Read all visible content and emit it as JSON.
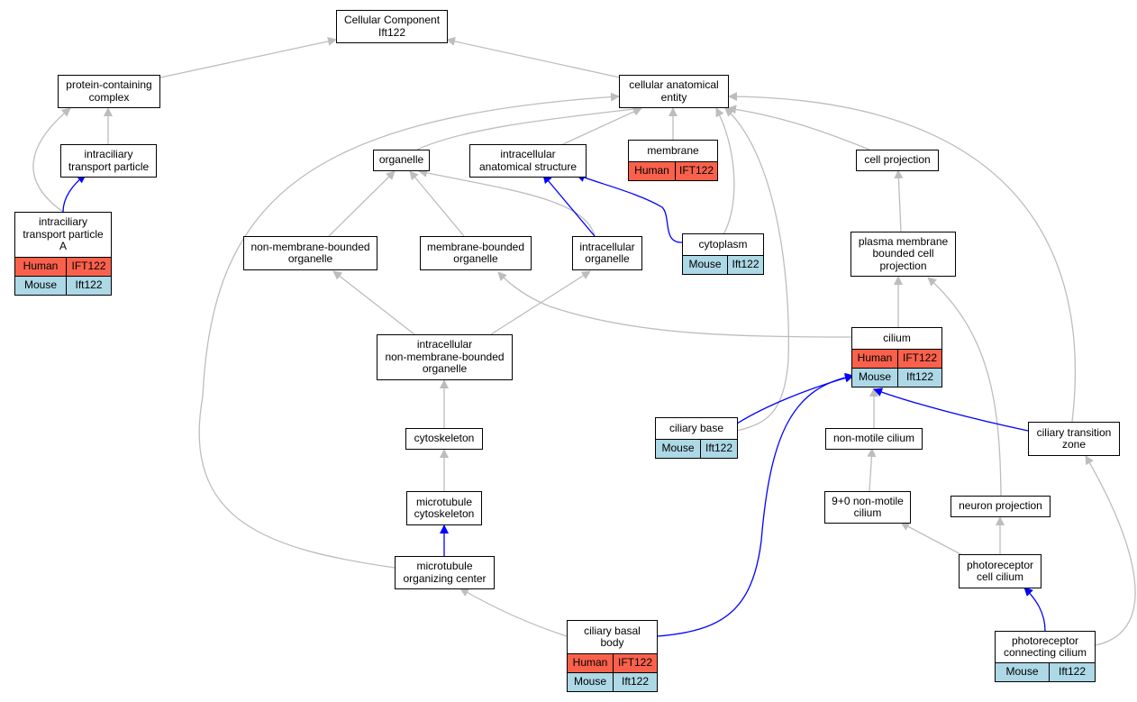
{
  "colors": {
    "human": "#f9614c",
    "mouse": "#add8e6",
    "edge_default": "#bdbdbd",
    "edge_highlight": "#0000ff"
  },
  "nodes": {
    "root": {
      "label": "Cellular Component\nIft122"
    },
    "protein_complex": {
      "label": "protein-containing\ncomplex"
    },
    "cae": {
      "label": "cellular anatomical\nentity"
    },
    "itp": {
      "label": "intraciliary\ntransport particle"
    },
    "itpa": {
      "label": "intraciliary\ntransport particle\nA",
      "human": {
        "species": "Human",
        "gene": "IFT122"
      },
      "mouse": {
        "species": "Mouse",
        "gene": "Ift122"
      }
    },
    "organelle": {
      "label": "organelle"
    },
    "ias": {
      "label": "intracellular\nanatomical structure"
    },
    "membrane": {
      "label": "membrane",
      "human": {
        "species": "Human",
        "gene": "IFT122"
      }
    },
    "cell_projection": {
      "label": "cell projection"
    },
    "nmbo": {
      "label": "non-membrane-bounded\norganelle"
    },
    "mbo": {
      "label": "membrane-bounded\norganelle"
    },
    "io": {
      "label": "intracellular\norganelle"
    },
    "cytoplasm": {
      "label": "cytoplasm",
      "mouse": {
        "species": "Mouse",
        "gene": "Ift122"
      }
    },
    "pmbcp": {
      "label": "plasma membrane\nbounded cell\nprojection"
    },
    "inmbo": {
      "label": "intracellular\nnon-membrane-bounded\norganelle"
    },
    "cilium": {
      "label": "cilium",
      "human": {
        "species": "Human",
        "gene": "IFT122"
      },
      "mouse": {
        "species": "Mouse",
        "gene": "Ift122"
      }
    },
    "ciliary_base": {
      "label": "ciliary base",
      "mouse": {
        "species": "Mouse",
        "gene": "Ift122"
      }
    },
    "cytoskeleton": {
      "label": "cytoskeleton"
    },
    "nmc": {
      "label": "non-motile cilium"
    },
    "ctz": {
      "label": "ciliary transition\nzone"
    },
    "mt_cytoskeleton": {
      "label": "microtubule\ncytoskeleton"
    },
    "nine_zero": {
      "label": "9+0 non-motile\ncilium"
    },
    "neuron_projection": {
      "label": "neuron projection"
    },
    "mtoc": {
      "label": "microtubule\norganizing center"
    },
    "pcc": {
      "label": "photoreceptor\ncell cilium"
    },
    "cbb": {
      "label": "ciliary basal\nbody",
      "human": {
        "species": "Human",
        "gene": "IFT122"
      },
      "mouse": {
        "species": "Mouse",
        "gene": "Ift122"
      }
    },
    "pcc2": {
      "label": "photoreceptor\nconnecting cilium",
      "mouse": {
        "species": "Mouse",
        "gene": "Ift122"
      }
    }
  }
}
